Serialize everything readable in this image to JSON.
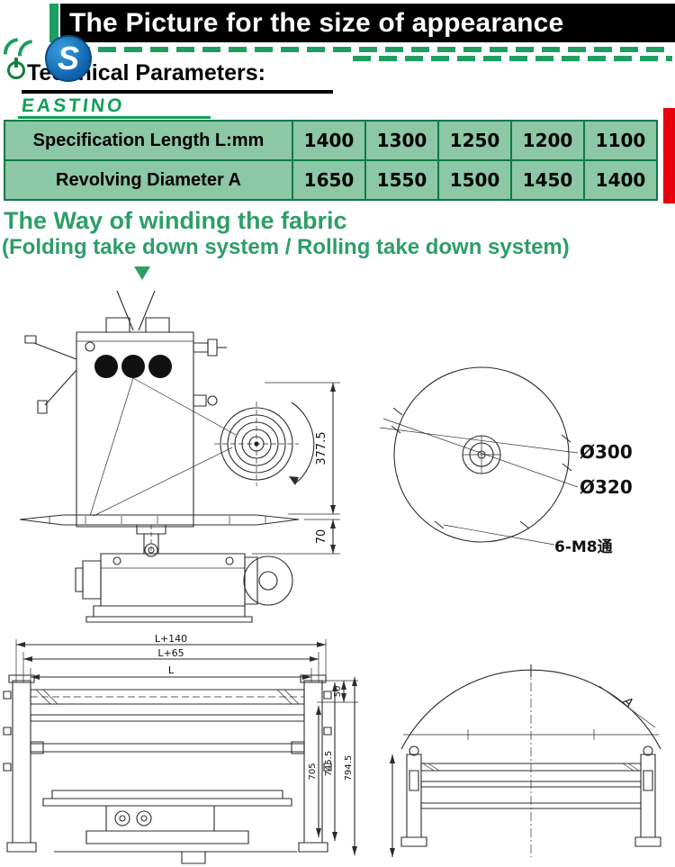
{
  "header": {
    "title": "The Picture for the size of appearance"
  },
  "logo": {
    "letter": "S",
    "brand": "EASTINO"
  },
  "sections": {
    "technical_parameters_heading": "Technical Parameters:",
    "winding": {
      "line1": "The Way of winding the fabric",
      "line2": "(Folding take down system / Rolling take down system)"
    }
  },
  "table": {
    "rows": [
      {
        "label": "Specification Length L:mm",
        "values": [
          "1400",
          "1300",
          "1250",
          "1200",
          "1100"
        ]
      },
      {
        "label": "Revolving Diameter A",
        "values": [
          "1650",
          "1550",
          "1500",
          "1450",
          "1400"
        ]
      }
    ]
  },
  "diagrams": {
    "side_view": {
      "dim_height": "377.5",
      "dim_base": "70"
    },
    "plate_view": {
      "dia_inner": "Ø300",
      "dia_outer": "Ø320",
      "holes": "6-M8通"
    },
    "front_view": {
      "dim_top1": "L+140",
      "dim_top2": "L+65",
      "dim_top3": "L",
      "dim_50": "50",
      "dim_705": "705",
      "dim_745": "745.5",
      "dim_794": "794.5"
    },
    "rolling_view": {
      "dim_a": "A"
    }
  },
  "colors": {
    "accent_green": "#1e9e60",
    "heading_green": "#2e9e68",
    "table_bg": "#8cc7a6",
    "table_border": "#0e7a45",
    "red_bar": "#e8000d",
    "logo_blue": "#0b5ca8",
    "header_bg": "#000000"
  }
}
